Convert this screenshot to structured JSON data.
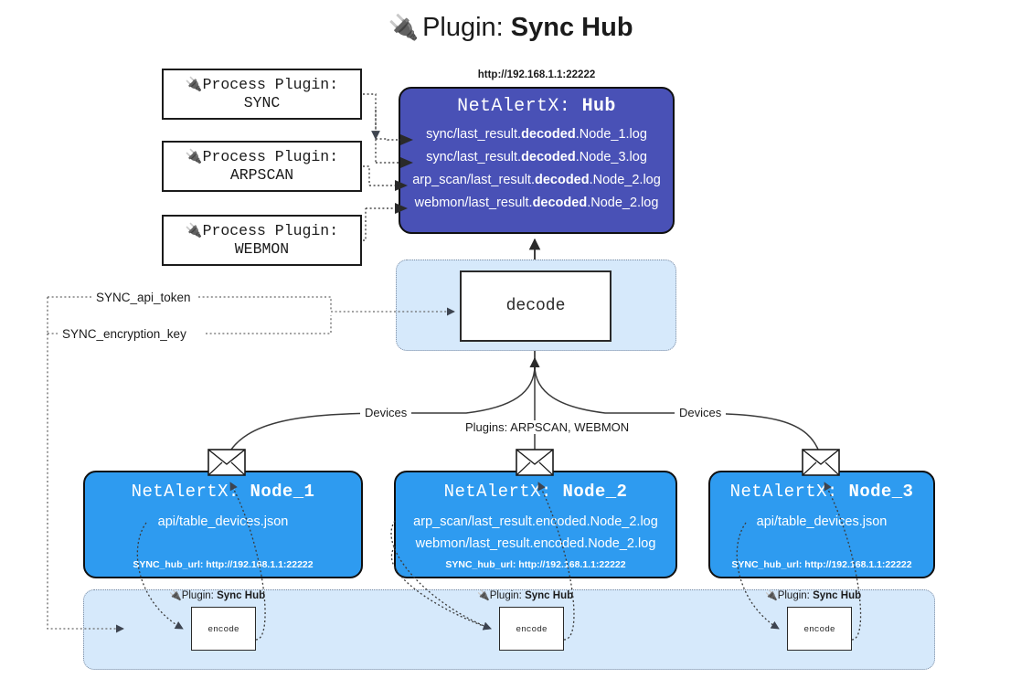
{
  "title": {
    "icon": "plug-icon",
    "prefix": "Plugin:",
    "name": "Sync Hub"
  },
  "process_plugins": [
    {
      "icon": "plug-icon",
      "line1": "Process Plugin:",
      "line2": "SYNC"
    },
    {
      "icon": "plug-icon",
      "line1": "Process Plugin:",
      "line2": "ARPSCAN"
    },
    {
      "icon": "plug-icon",
      "line1": "Process Plugin:",
      "line2": "WEBMON"
    }
  ],
  "hub": {
    "url": "http://192.168.1.1:22222",
    "title_prefix": "NetAlertX:",
    "title_name": "Hub",
    "color": "#4951b6",
    "lines": [
      {
        "pre": "sync/last_result.",
        "em": "decoded",
        "post": ".Node_1.log"
      },
      {
        "pre": "sync/last_result.",
        "em": "decoded",
        "post": ".Node_3.log"
      },
      {
        "pre": "arp_scan/last_result.",
        "em": "decoded",
        "post": ".Node_2.log"
      },
      {
        "pre": "webmon/last_result.",
        "em": "decoded",
        "post": ".Node_2.log"
      }
    ]
  },
  "decode": {
    "label": "decode"
  },
  "keys": {
    "api_token": "SYNC_api_token",
    "encryption_key": "SYNC_encryption_key"
  },
  "edge_labels": {
    "devices_left": "Devices",
    "devices_right": "Devices",
    "plugins_middle": "Plugins: ARPSCAN, WEBMON"
  },
  "nodes": [
    {
      "title_prefix": "NetAlertX:",
      "title_name": "Node_1",
      "color": "#2e9bf0",
      "lines": [
        "api/table_devices.json"
      ],
      "footer": "SYNC_hub_url: http://192.168.1.1:22222",
      "mail_icon": "envelope-icon"
    },
    {
      "title_prefix": "NetAlertX:",
      "title_name": "Node_2",
      "color": "#2e9bf0",
      "lines": [
        "arp_scan/last_result.encoded.Node_2.log",
        "webmon/last_result.encoded.Node_2.log"
      ],
      "footer": "SYNC_hub_url: http://192.168.1.1:22222",
      "mail_icon": "envelope-icon"
    },
    {
      "title_prefix": "NetAlertX:",
      "title_name": "Node_3",
      "color": "#2e9bf0",
      "lines": [
        "api/table_devices.json"
      ],
      "footer": "SYNC_hub_url: http://192.168.1.1:22222",
      "mail_icon": "envelope-icon"
    }
  ],
  "plugin_row": {
    "tag_icon": "plug-icon",
    "tag_prefix": "Plugin:",
    "tag_name": "Sync Hub",
    "encode_label": "encode",
    "container_color": "#d6e9fb"
  }
}
